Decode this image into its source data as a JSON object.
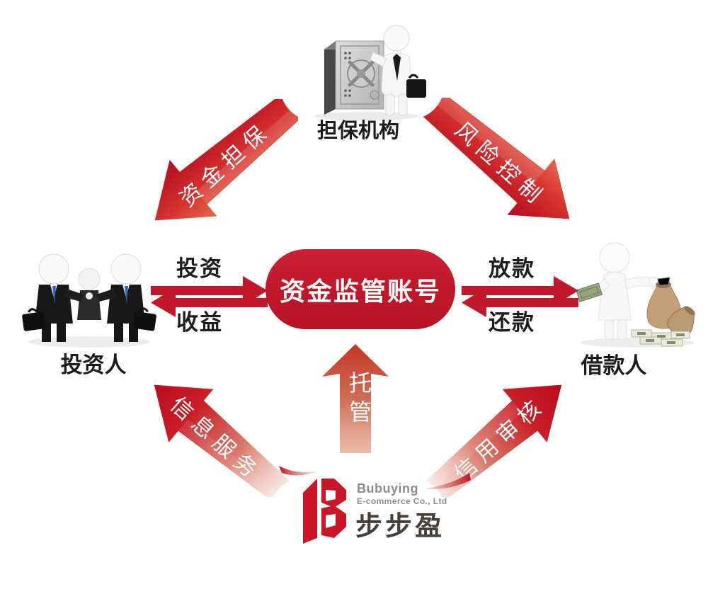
{
  "center": {
    "label": "资金监管账号"
  },
  "nodes": {
    "guarantee": {
      "label": "担保机构"
    },
    "investors": {
      "label": "投资人"
    },
    "borrower": {
      "label": "借款人"
    }
  },
  "flows": {
    "fund_guarantee": {
      "label": "资金担保"
    },
    "risk_control": {
      "label": "风险控制"
    },
    "invest": {
      "label": "投资"
    },
    "returns": {
      "label": "收益"
    },
    "disburse": {
      "label": "放款"
    },
    "repay": {
      "label": "还款"
    },
    "custody": {
      "label": "托管"
    },
    "info_service": {
      "label": "信息服务"
    },
    "credit_review": {
      "label": "信用审核"
    }
  },
  "logo": {
    "brand_en": "Bubuying",
    "company": "E-commerce Co., Ltd",
    "brand_cn": "步步盈"
  },
  "colors": {
    "primary_red": "#c1192b",
    "arrow_red_light": "#e96a50",
    "arrow_red_dark": "#b20a1f",
    "logo_red": "#cb1627",
    "logo_gray": "#8c8c8c",
    "logo_dark": "#45403c",
    "text_black": "#1c1c1c",
    "tie_blue": "#2a62c8"
  }
}
